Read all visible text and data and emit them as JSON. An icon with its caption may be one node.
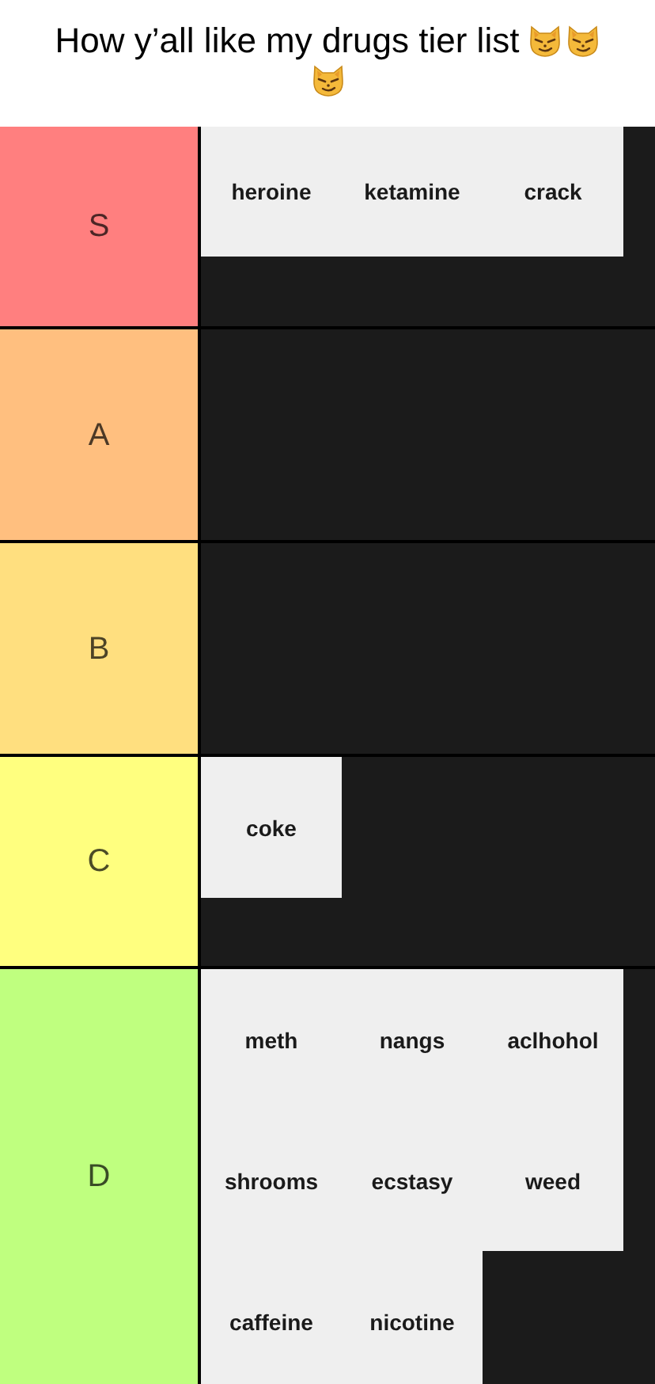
{
  "diagram": {
    "title": "How y’all like my drugs tier list",
    "nodes": [
      {
        "text": [
          "S"
        ]
      },
      {
        "text": [
          "heroine"
        ],
        "in": 0
      },
      {
        "text": [
          "ketamine"
        ],
        "in": 0
      },
      {
        "text": [
          "crack"
        ],
        "in": 0
      },
      {
        "text": [
          "A"
        ]
      },
      {
        "text": [
          "B"
        ]
      },
      {
        "text": [
          "C"
        ]
      },
      {
        "text": [
          "coke"
        ],
        "in": 6
      },
      {
        "text": [
          "D"
        ]
      },
      {
        "text": [
          "meth"
        ],
        "in": 8
      },
      {
        "text": [
          "nangs"
        ],
        "in": 8
      },
      {
        "text": [
          "aclhohol"
        ],
        "in": 8
      },
      {
        "text": [
          "shrooms"
        ],
        "in": 8
      },
      {
        "text": [
          "ecstasy"
        ],
        "in": 8
      },
      {
        "text": [
          "weed"
        ],
        "in": 8
      },
      {
        "text": [
          "caffeine"
        ],
        "in": 8
      },
      {
        "text": [
          "nicotine"
        ],
        "in": 8
      }
    ]
  }
}
